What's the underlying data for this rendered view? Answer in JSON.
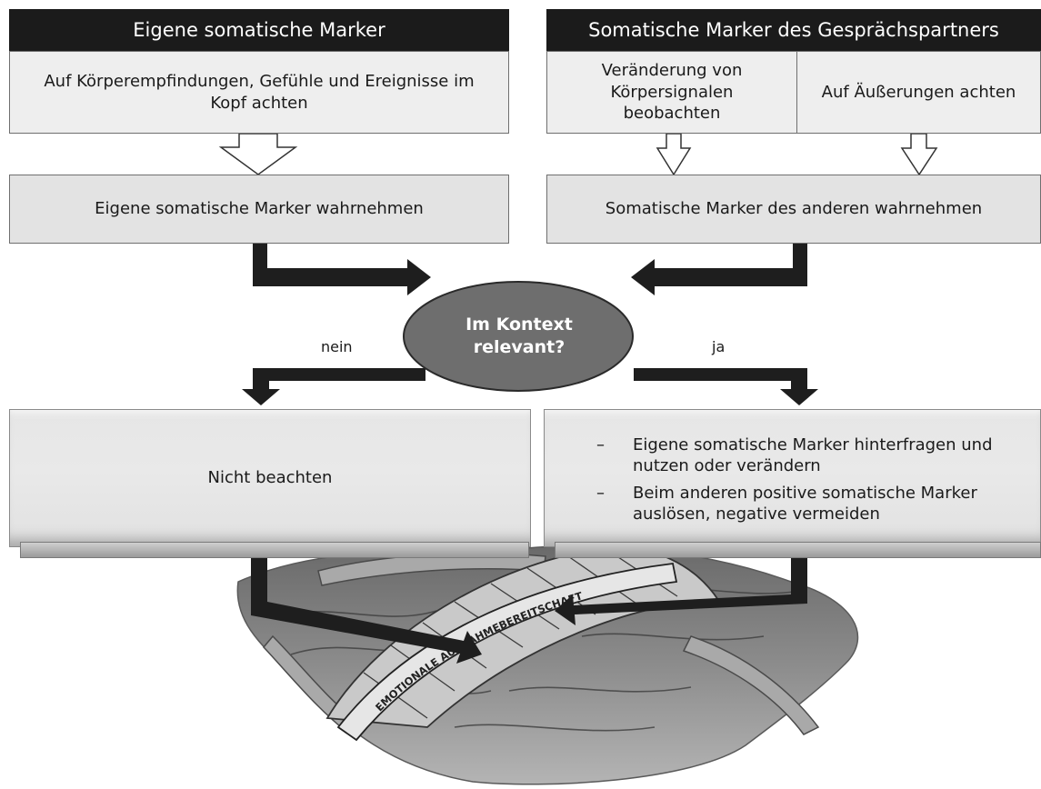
{
  "left_column": {
    "header": "Eigene somatische Marker",
    "attention_box": "Auf Körperempfindungen, Gefühle und Ereignisse im Kopf achten",
    "perceive_box": "Eigene somatische Marker wahrnehmen"
  },
  "right_column": {
    "header": "Somatische Marker des Gesprächspartners",
    "signals_box": "Veränderung von Körpersignalen beobachten",
    "statements_box": "Auf Äußerungen achten",
    "perceive_box": "Somatische Marker des anderen wahrnehmen"
  },
  "decision": {
    "question": "Im Kontext relevant?",
    "no_label": "nein",
    "yes_label": "ja"
  },
  "outcomes": {
    "no": "Nicht beachten",
    "yes": [
      "Eigene somatische Marker hinterfragen und nutzen oder verändern",
      "Beim anderen positive somatische Marker auslösen, negative vermeiden"
    ]
  },
  "bridge": {
    "inscription": "EMOTIONALE AUFNAHMEBEREITSCHAFT"
  },
  "colors": {
    "header_bg": "#1b1b1b",
    "box_fill": "#eeeeee",
    "ellipse_fill": "#6e6e6e",
    "arrow": "#1e1e1e"
  }
}
